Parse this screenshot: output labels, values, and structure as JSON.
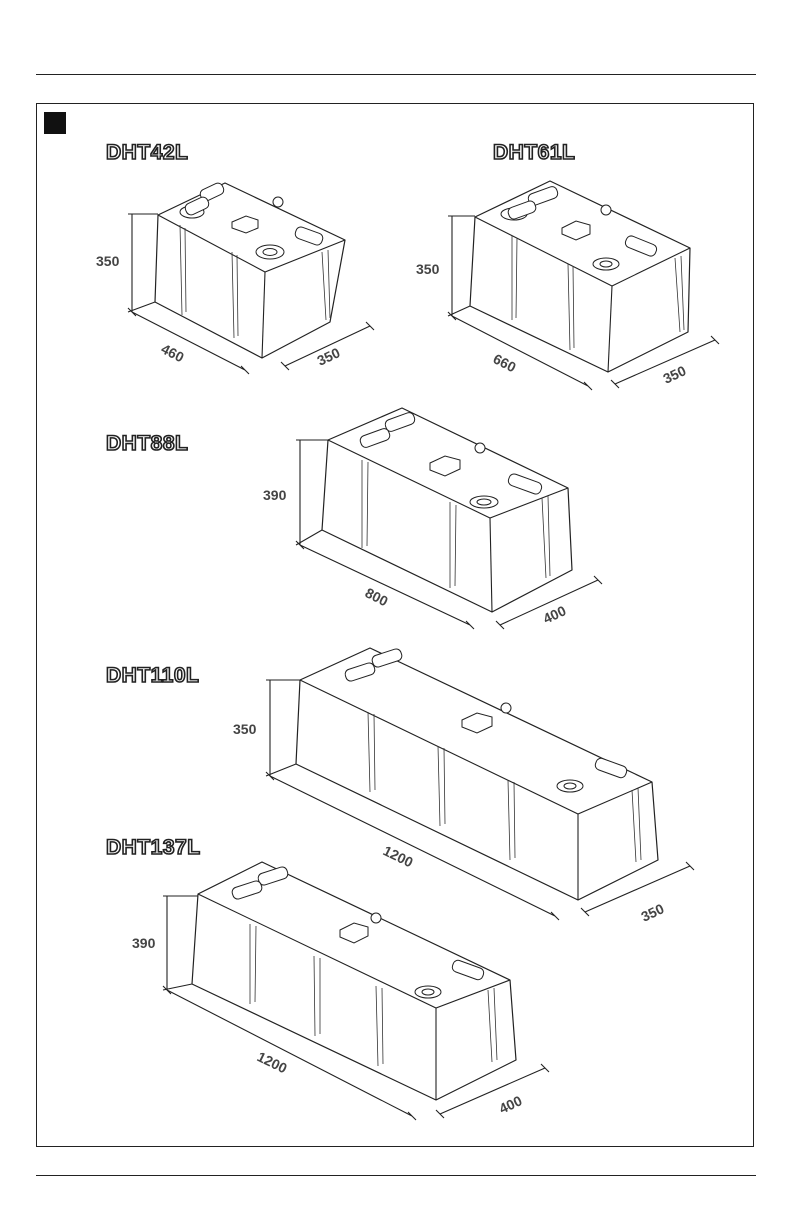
{
  "models": [
    {
      "title": "DHT42L",
      "height": "350",
      "length": "460",
      "width": "350"
    },
    {
      "title": "DHT61L",
      "height": "350",
      "length": "660",
      "width": "350"
    },
    {
      "title": "DHT88L",
      "height": "390",
      "length": "800",
      "width": "400"
    },
    {
      "title": "DHT110L",
      "height": "350",
      "length": "1200",
      "width": "350"
    },
    {
      "title": "DHT137L",
      "height": "390",
      "length": "1200",
      "width": "400"
    }
  ],
  "colors": {
    "line": "#222222",
    "marker": "#111111",
    "dimension_text": "#444444"
  },
  "icons": {
    "section_marker": "filled-square"
  }
}
